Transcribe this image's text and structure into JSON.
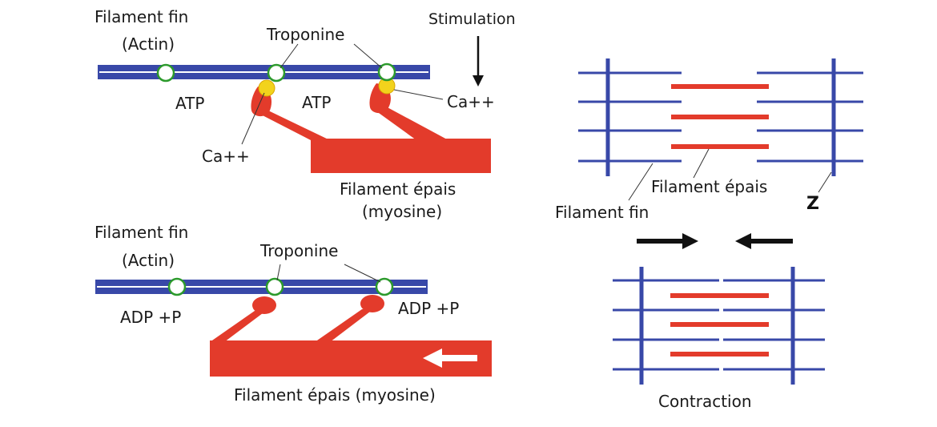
{
  "top_panel": {
    "thin_filament": "Filament fin",
    "actin": "(Actin)",
    "troponine": "Troponine",
    "stimulation": "Stimulation",
    "atp_left": "ATP",
    "atp_right": "ATP",
    "ca_left": "Ca++",
    "ca_right": "Ca++",
    "thick_filament_line1": "Filament épais",
    "thick_filament_line2": "(myosine)"
  },
  "bottom_panel": {
    "thin_filament": "Filament fin",
    "actin": "(Actin)",
    "troponine": "Troponine",
    "adp_left": "ADP +P",
    "adp_right": "ADP +P",
    "thick_filament": "Filament épais (myosine)"
  },
  "sarcomere": {
    "thick_filament": "Filament épais",
    "thin_filament": "Filament fin",
    "z_label": "Z",
    "contraction": "Contraction"
  },
  "colors": {
    "actin_blue": "#3848a8",
    "myosin_red": "#e33b2b",
    "troponin_green": "#2c9a2c",
    "calcium_yellow": "#f2d31c"
  }
}
